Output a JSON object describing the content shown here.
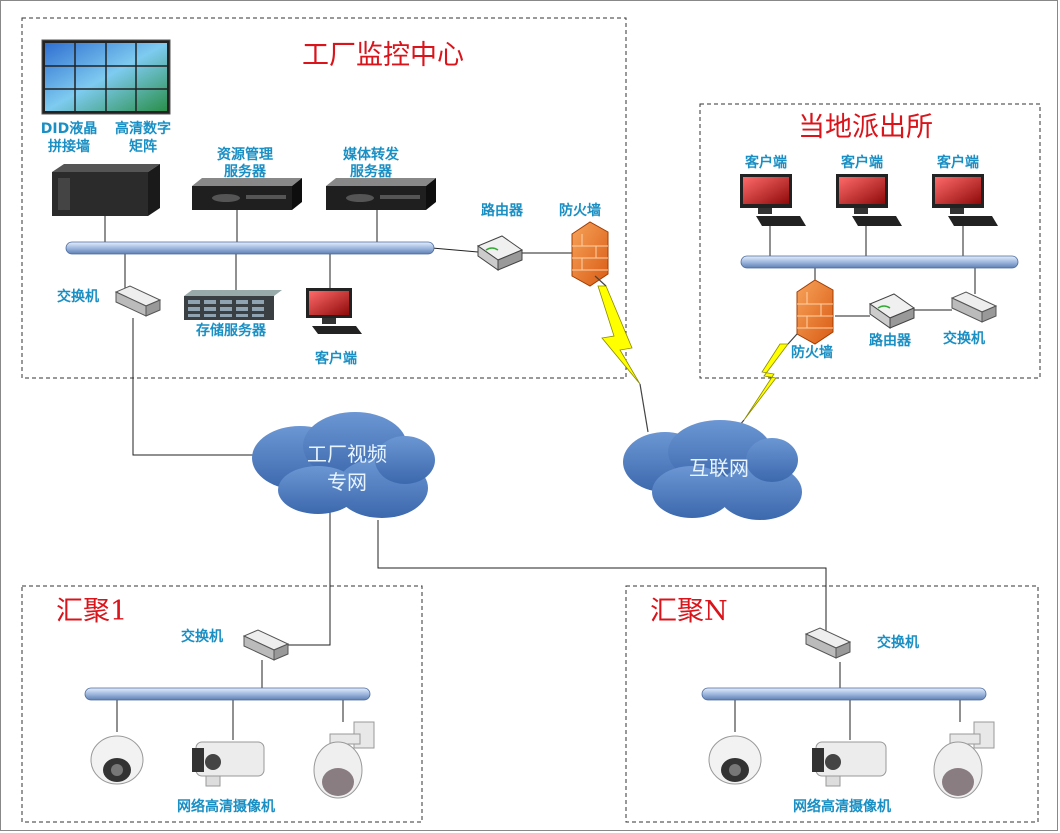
{
  "zones": {
    "factory": "工厂监控中心",
    "police": "当地派出所",
    "agg1": "汇聚1",
    "aggN": "汇聚N"
  },
  "clouds": {
    "video_net_line1": "工厂视频",
    "video_net_line2": "专网",
    "internet": "互联网"
  },
  "factory": {
    "lcd_line1": "DID液晶",
    "lcd_line2": "拼接墙",
    "matrix_line1": "高清数字",
    "matrix_line2": "矩阵",
    "resource_line1": "资源管理",
    "resource_line2": "服务器",
    "media_line1": "媒体转发",
    "media_line2": "服务器",
    "router": "路由器",
    "firewall": "防火墙",
    "switch": "交换机",
    "storage": "存储服务器",
    "client": "客户端"
  },
  "police": {
    "client1": "客户端",
    "client2": "客户端",
    "client3": "客户端",
    "firewall": "防火墙",
    "router": "路由器",
    "switch": "交换机"
  },
  "agg1": {
    "switch": "交换机",
    "cameras": "网络高清摄像机"
  },
  "aggN": {
    "switch": "交换机",
    "cameras": "网络高清摄像机"
  },
  "colors": {
    "label": "#1a8fc4",
    "title": "#d9141b",
    "cloud": "#4f7fc2",
    "bus": "#9fb9e0",
    "lightning": "#ffff00"
  }
}
